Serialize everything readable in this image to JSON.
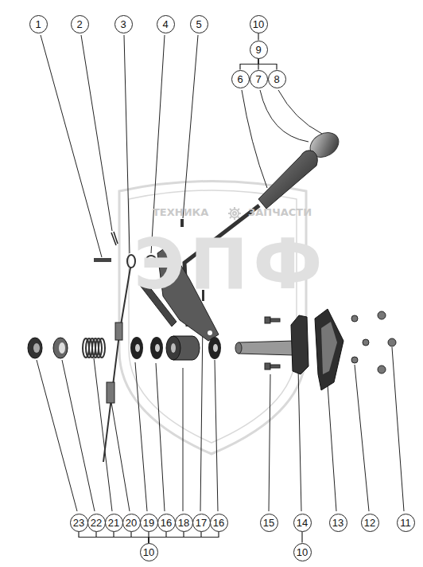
{
  "diagram": {
    "nodes": [
      {
        "text": [
          "1"
        ]
      },
      {
        "text": [
          "2"
        ]
      },
      {
        "text": [
          "3"
        ]
      },
      {
        "text": [
          "4"
        ]
      },
      {
        "text": [
          "5"
        ]
      },
      {
        "text": [
          "10"
        ]
      },
      {
        "text": [
          "9"
        ]
      },
      {
        "text": [
          "6"
        ]
      },
      {
        "text": [
          "7"
        ]
      },
      {
        "text": [
          "8"
        ]
      },
      {
        "text": [
          "23"
        ]
      },
      {
        "text": [
          "22"
        ]
      },
      {
        "text": [
          "21"
        ]
      },
      {
        "text": [
          "20"
        ]
      },
      {
        "text": [
          "19"
        ]
      },
      {
        "text": [
          "16"
        ]
      },
      {
        "text": [
          "18"
        ]
      },
      {
        "text": [
          "17"
        ]
      },
      {
        "text": [
          "16"
        ]
      },
      {
        "text": [
          "15"
        ]
      },
      {
        "text": [
          "14"
        ]
      },
      {
        "text": [
          "13"
        ]
      },
      {
        "text": [
          "12"
        ]
      },
      {
        "text": [
          "11"
        ]
      },
      {
        "text": [
          "10"
        ]
      },
      {
        "text": [
          "10"
        ]
      }
    ],
    "edges": [
      {
        "from": 5,
        "to": 6,
        "arrow": "none"
      },
      {
        "from": 6,
        "to": 7,
        "arrow": "none"
      },
      {
        "from": 6,
        "to": 8,
        "arrow": "none"
      },
      {
        "from": 6,
        "to": 9,
        "arrow": "none"
      },
      {
        "from": 10,
        "to": 24,
        "arrow": "none"
      },
      {
        "from": 11,
        "to": 24,
        "arrow": "none"
      },
      {
        "from": 12,
        "to": 24,
        "arrow": "none"
      },
      {
        "from": 13,
        "to": 24,
        "arrow": "none"
      },
      {
        "from": 14,
        "to": 24,
        "arrow": "none"
      },
      {
        "from": 15,
        "to": 24,
        "arrow": "none"
      },
      {
        "from": 16,
        "to": 24,
        "arrow": "none"
      },
      {
        "from": 17,
        "to": 24,
        "arrow": "none"
      },
      {
        "from": 18,
        "to": 24,
        "arrow": "none"
      },
      {
        "from": 20,
        "to": 25,
        "arrow": "none"
      }
    ],
    "labels": [
      "ТЕХНИКА",
      "ЗАПЧАСТИ",
      "ЭПФ"
    ]
  }
}
